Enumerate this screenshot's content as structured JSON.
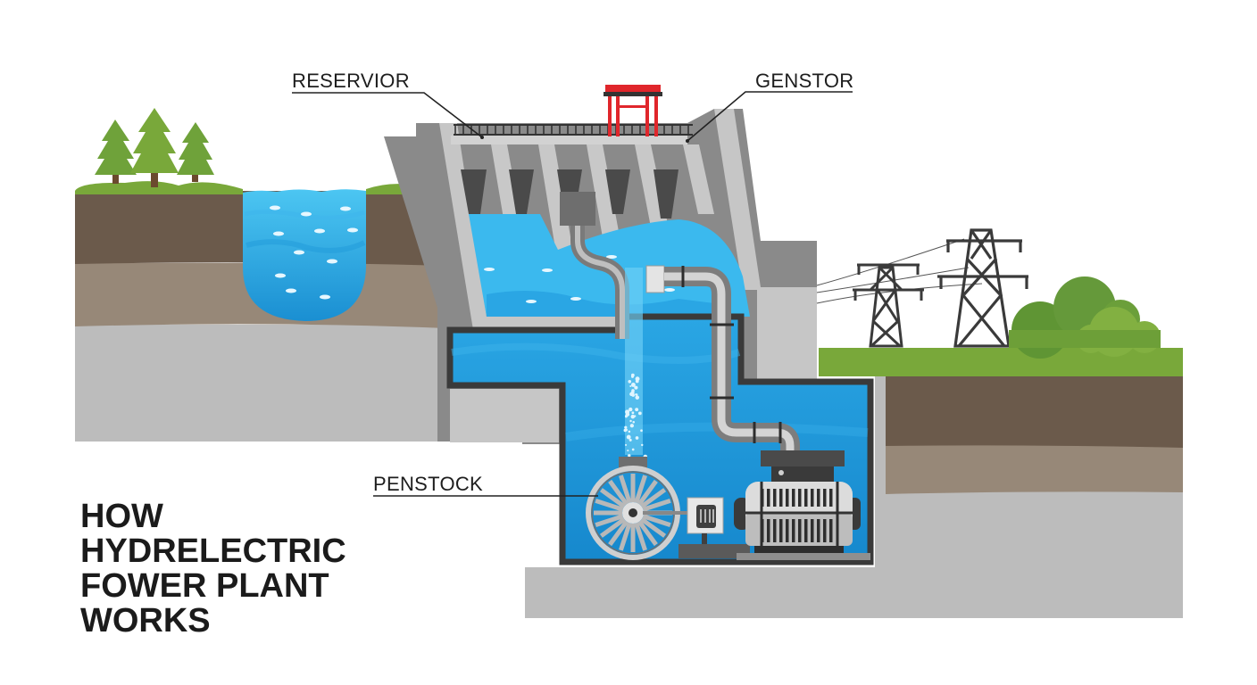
{
  "diagram": {
    "title_lines": [
      "HOW",
      "HYDRELECTRIC",
      "FOWER PLANT",
      "WORKS"
    ],
    "labels": {
      "reservoir": "RESERVIOR",
      "generator": "GENSTOR",
      "penstock": "PENSTOCK"
    },
    "components": [
      "reservoir-lake",
      "dam",
      "gantry-crane",
      "spillway-gates",
      "penstock-pipe",
      "turbine",
      "control-box",
      "generator",
      "transmission-towers",
      "power-lines",
      "trees",
      "bushes"
    ],
    "colors": {
      "water_light": "#4cc3f0",
      "water_dark": "#1e9bdc",
      "concrete_light": "#c8c8c8",
      "concrete_dark": "#8a8a8a",
      "soil_dark": "#6b5a4b",
      "soil_light": "#978878",
      "grass": "#79a83a",
      "crane_red": "#e0262b",
      "ground_gray": "#bdbdbd"
    }
  }
}
